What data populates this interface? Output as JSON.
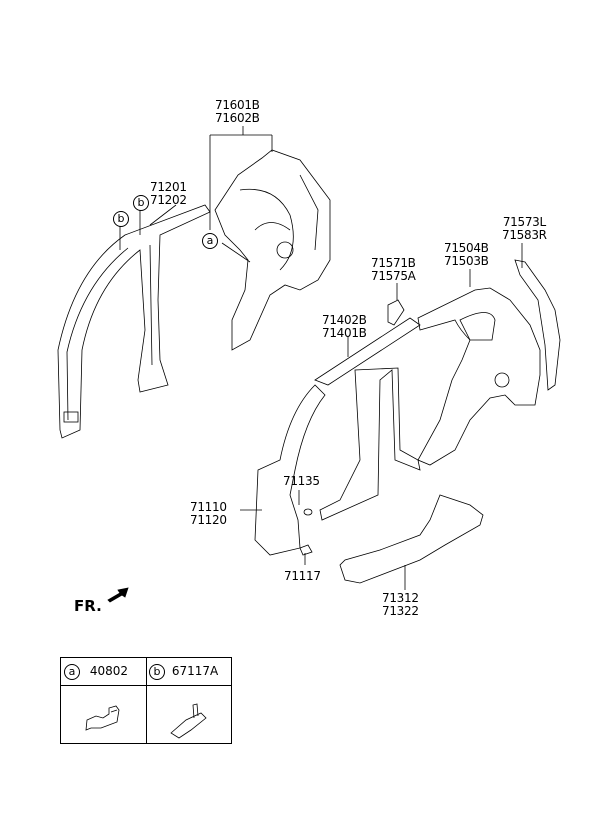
{
  "title": "Side Body Panel Parts Diagram",
  "callouts": [
    {
      "id": "quarter-inner",
      "lines": [
        "71601B",
        "71602B"
      ]
    },
    {
      "id": "roof-rail-inner",
      "lines": [
        "71201",
        "71202"
      ]
    },
    {
      "id": "quarter-ext",
      "lines": [
        "71573L",
        "71583R"
      ]
    },
    {
      "id": "bracket",
      "lines": [
        "71571B",
        "71575A"
      ]
    },
    {
      "id": "quarter-panel",
      "lines": [
        "71504B",
        "71503B"
      ]
    },
    {
      "id": "roof-rail",
      "lines": [
        "71402B",
        "71401B"
      ]
    },
    {
      "id": "plug",
      "lines": [
        "71135"
      ]
    },
    {
      "id": "front-pillar",
      "lines": [
        "71110",
        "71120"
      ]
    },
    {
      "id": "grommet",
      "lines": [
        "71117"
      ]
    },
    {
      "id": "side-sill",
      "lines": [
        "71312",
        "71322"
      ]
    }
  ],
  "markers": {
    "a": "a",
    "b": "b"
  },
  "direction_label": "FR.",
  "legend": [
    {
      "marker": "a",
      "part": "40802"
    },
    {
      "marker": "b",
      "part": "67117A"
    }
  ]
}
